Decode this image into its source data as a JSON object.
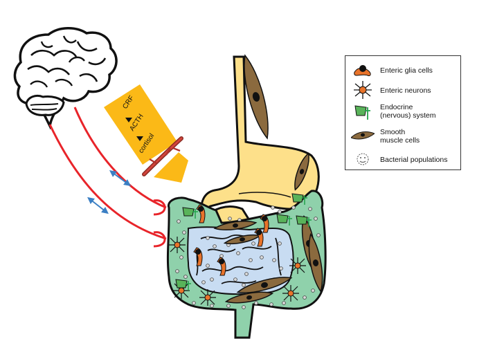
{
  "hpa_arrow": {
    "steps": [
      "CRF",
      "ACTH",
      "cortisol"
    ],
    "color": "#fbb917"
  },
  "legend": {
    "items": [
      {
        "id": "glia",
        "label": "Enteric glia cells",
        "icon": "glia-cell-icon"
      },
      {
        "id": "neuron",
        "label": "Enteric neurons",
        "icon": "neuron-icon"
      },
      {
        "id": "endocrine",
        "label": "Endocrine\n(nervous) system",
        "icon": "endocrine-cell-icon"
      },
      {
        "id": "smooth",
        "label": "Smooth\nmuscle cells",
        "icon": "smooth-muscle-icon"
      },
      {
        "id": "bacteria",
        "label": "Bacterial populations",
        "icon": "bacteria-icon"
      }
    ]
  },
  "colors": {
    "nerve": "#e8242a",
    "stomach": "#fde08a",
    "large_intestine": "#8fd1ab",
    "small_intestine": "#c8dcf2",
    "muscle": "#8b6a3e",
    "glia": "#e8732a",
    "vessel": "#b0332e",
    "double_arrow": "#3b7fc4"
  }
}
